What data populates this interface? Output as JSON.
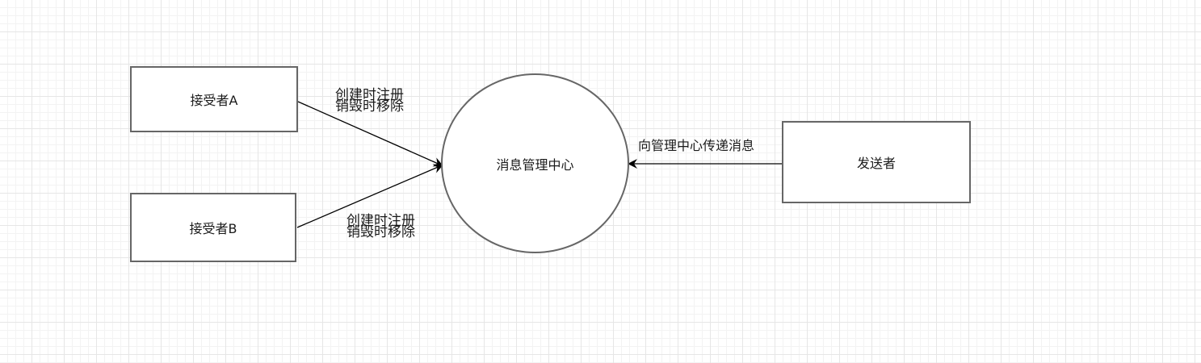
{
  "diagram": {
    "nodes": {
      "receiver_a": "接受者A",
      "receiver_b": "接受者B",
      "center": "消息管理中心",
      "sender": "发送者"
    },
    "edges": {
      "a_to_center": {
        "label_register": "创建时注册",
        "label_remove": "销毁时移除"
      },
      "b_to_center": {
        "label_register": "创建时注册",
        "label_remove": "销毁时移除"
      },
      "sender_to_center": {
        "label": "向管理中心传递消息"
      }
    },
    "colors": {
      "stroke": "#666666",
      "edge": "#000000",
      "grid": "#e6e6e6"
    }
  }
}
